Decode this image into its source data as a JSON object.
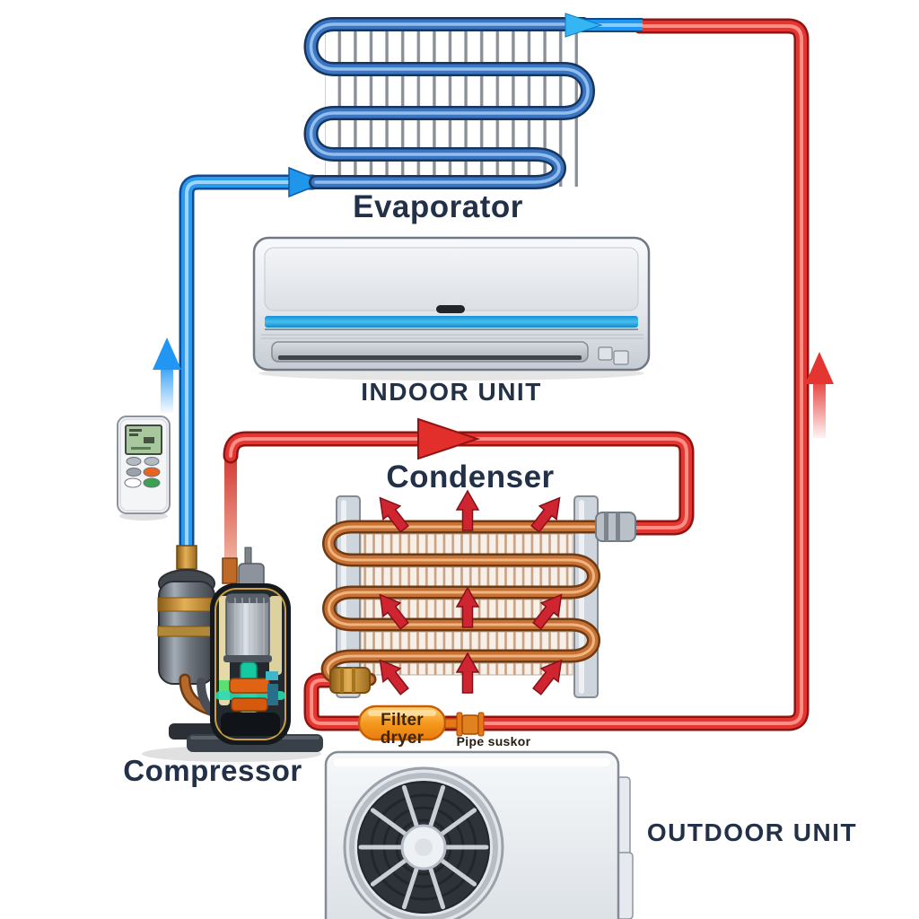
{
  "labels": {
    "evaporator": "Evaporator",
    "indoor_unit": "INDOOR UNIT",
    "condenser": "Condenser",
    "compressor": "Compressor",
    "filter_dryer": "Filter dryer",
    "pipe_connector": "Pipe suskor",
    "outdoor_unit": "OUTDOOR UNIT"
  },
  "diagram": {
    "type": "air-conditioner refrigeration cycle",
    "components": [
      {
        "id": "evaporator-coil",
        "label": "Evaporator"
      },
      {
        "id": "indoor-unit",
        "label": "INDOOR UNIT"
      },
      {
        "id": "remote-control",
        "label": ""
      },
      {
        "id": "condenser-coil",
        "label": "Condenser"
      },
      {
        "id": "compressor",
        "label": "Compressor"
      },
      {
        "id": "filter-dryer",
        "label": "Filter dryer"
      },
      {
        "id": "pipe-connector",
        "label": "Pipe suskor"
      },
      {
        "id": "outdoor-unit",
        "label": "OUTDOOR UNIT"
      }
    ],
    "pipes": [
      {
        "id": "cold-line",
        "color": "#2196f3",
        "route": "compressor accumulator up, right into evaporator inlet"
      },
      {
        "id": "hot-line-top",
        "color": "#e53531",
        "route": "evaporator outlet right, down right side, left along bottom to filter dryer"
      },
      {
        "id": "hot-loop",
        "color": "#e53531",
        "route": "compressor discharge up, right, down into condenser inlet"
      },
      {
        "id": "condenser-outlet",
        "color": "#e53531",
        "route": "condenser bottom-left down to filter dryer line"
      }
    ],
    "arrows": [
      {
        "id": "cold-up-arrow",
        "color": "#2196f3",
        "direction": "up"
      },
      {
        "id": "cold-inlet-arrow",
        "color": "#1e96ec",
        "direction": "right"
      },
      {
        "id": "evaporator-outlet-arrow",
        "color": "#35b5f2",
        "direction": "right"
      },
      {
        "id": "hot-flow-arrow",
        "color": "#e32f2b",
        "direction": "right"
      },
      {
        "id": "hot-up-arrow",
        "color": "#e53531",
        "direction": "up"
      },
      {
        "id": "condenser-heat-arrows",
        "color": "#cf2531",
        "direction": "up-outward",
        "count": 9
      }
    ],
    "colors": {
      "cold_pipe": "#2196f3",
      "hot_pipe": "#e53531",
      "evaporator_tube": "#3b76c4",
      "condenser_copper": "#c87137",
      "filter_dryer_fill": "#f59a1e",
      "indoor_stripe": "#2fb1e8",
      "label_text": "#223048",
      "background": "#ffffff"
    }
  }
}
